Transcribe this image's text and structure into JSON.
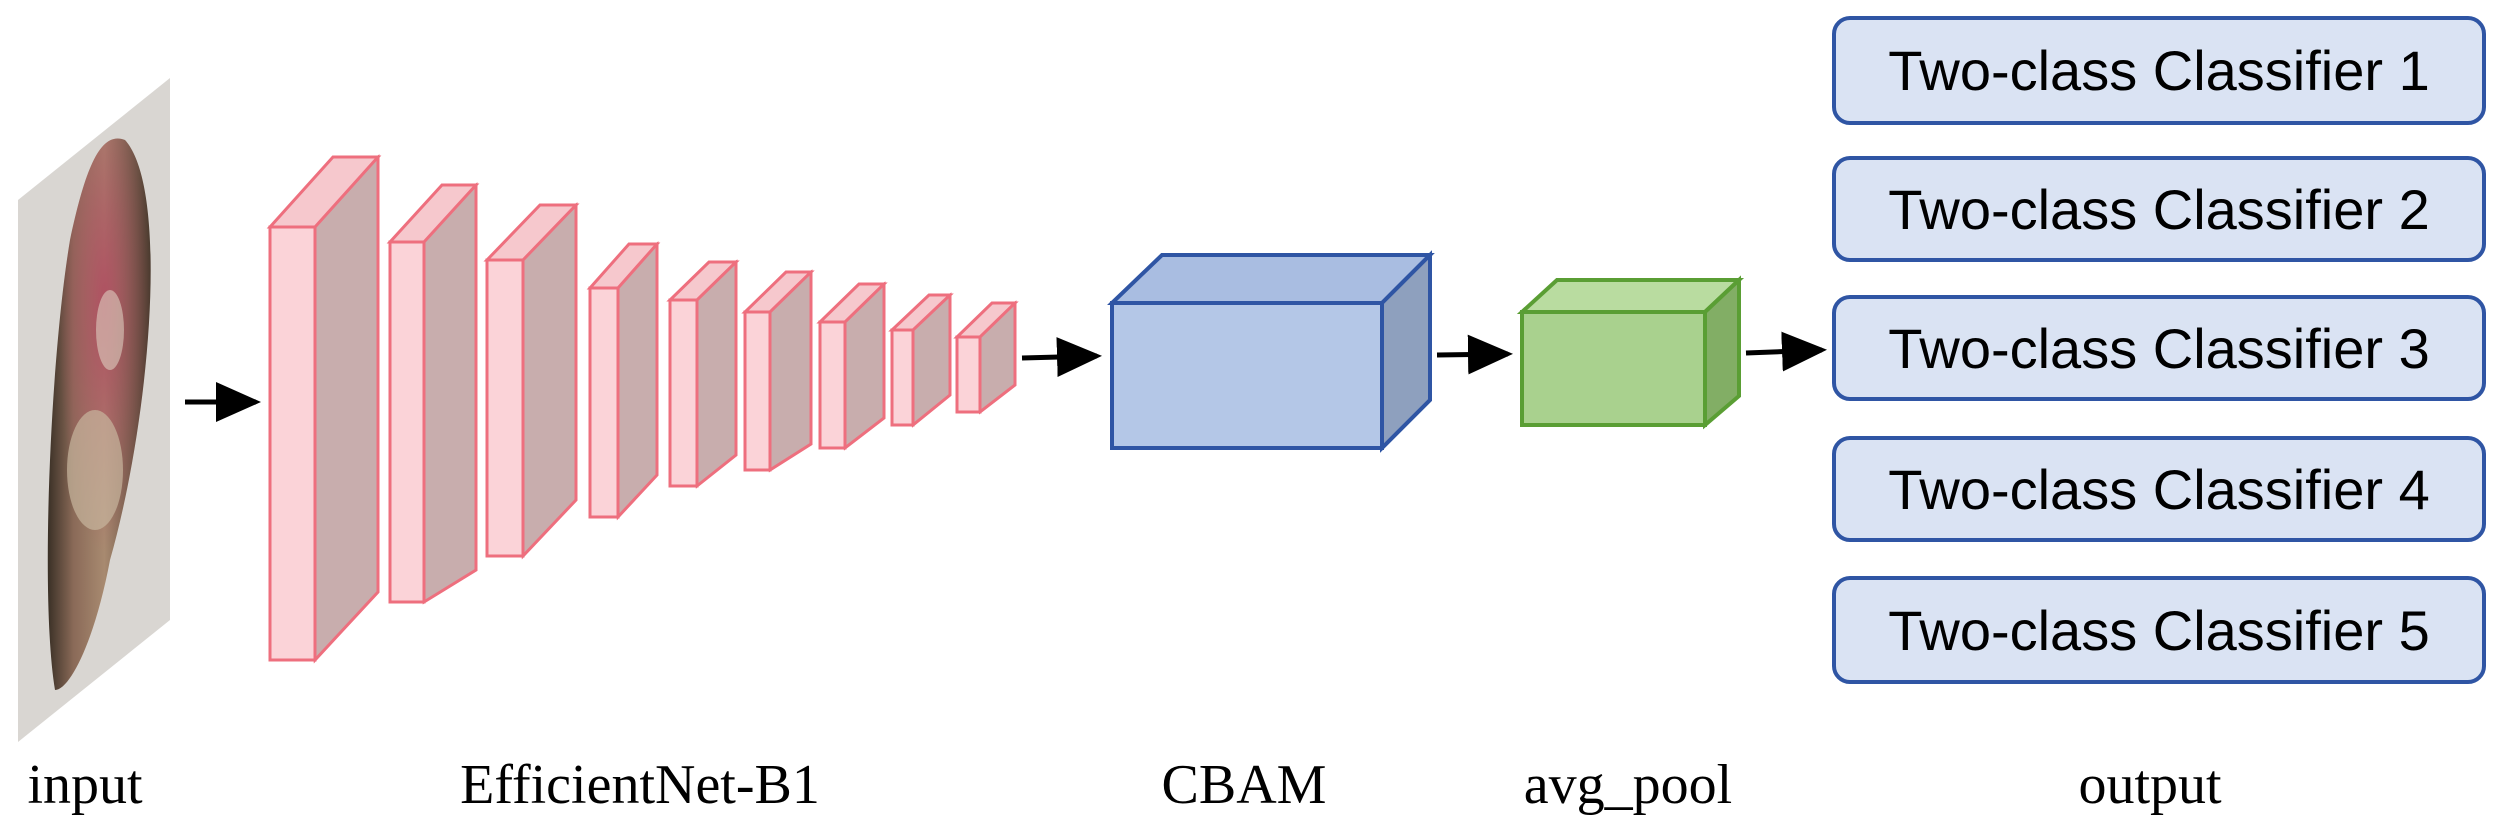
{
  "colors": {
    "efficientnet_face": "#fbd3d8",
    "efficientnet_side": "#c8adad",
    "efficientnet_stroke": "#ee6f7e",
    "cbam_front": "#b4c7e7",
    "cbam_side": "#8ea0be",
    "cbam_top": "#a9bde1",
    "cbam_stroke": "#2f55a4",
    "pool_front": "#a9d18e",
    "pool_side": "#82ae65",
    "pool_top": "#b9dca0",
    "pool_stroke": "#5a9e34",
    "classifier_fill": "#dae3f3",
    "classifier_stroke": "#2f55a4",
    "arrow": "#000000"
  },
  "stages": {
    "input": {
      "label": "input"
    },
    "backbone": {
      "label": "EfficientNet-B1",
      "block_count": 9
    },
    "attention": {
      "label": "CBAM"
    },
    "pooling": {
      "label": "avg_pool"
    },
    "output": {
      "label": "output",
      "classifiers": [
        "Two-class Classifier 1",
        "Two-class Classifier 2",
        "Two-class Classifier 3",
        "Two-class Classifier 4",
        "Two-class Classifier 5"
      ]
    }
  }
}
